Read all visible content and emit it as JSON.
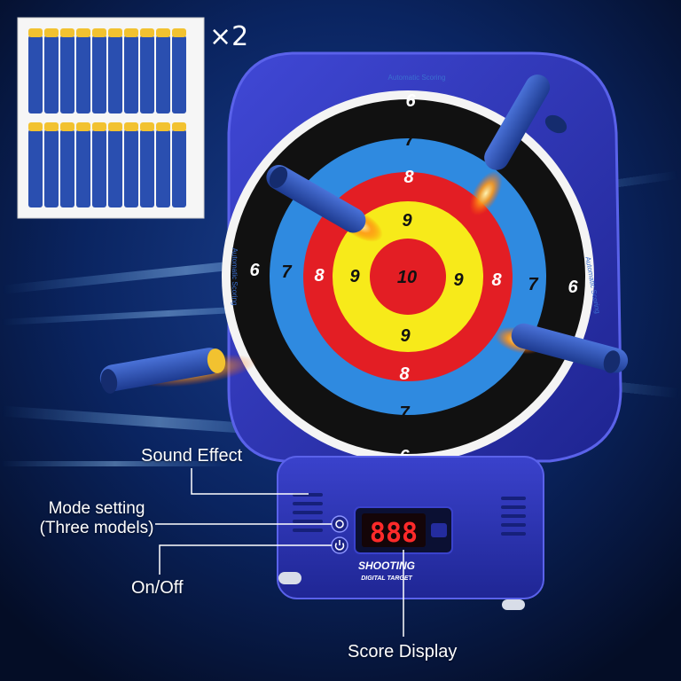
{
  "pack": {
    "multiplier": "×2"
  },
  "target": {
    "edge_text": "Automatic Scoring",
    "rings": {
      "outer": "6",
      "second": "7",
      "third": "8",
      "fourth": "9",
      "bull": "10"
    }
  },
  "base": {
    "brand_line1": "SHOOTING",
    "brand_line2": "DIGITAL TARGET",
    "display_value": "888"
  },
  "callouts": {
    "sound": "Sound Effect",
    "mode_line1": "Mode setting",
    "mode_line2": "(Three models)",
    "power": "On/Off",
    "score": "Score Display"
  },
  "colors": {
    "background": "#061433",
    "frame": "#2e35b8",
    "ring_black": "#111111",
    "ring_blue": "#2f8ae0",
    "ring_red": "#e31e24",
    "ring_yellow": "#f7ea1a",
    "dart_blue": "#2a4fb0",
    "dart_tip": "#f2c230",
    "display_red": "#ff2a2a"
  }
}
